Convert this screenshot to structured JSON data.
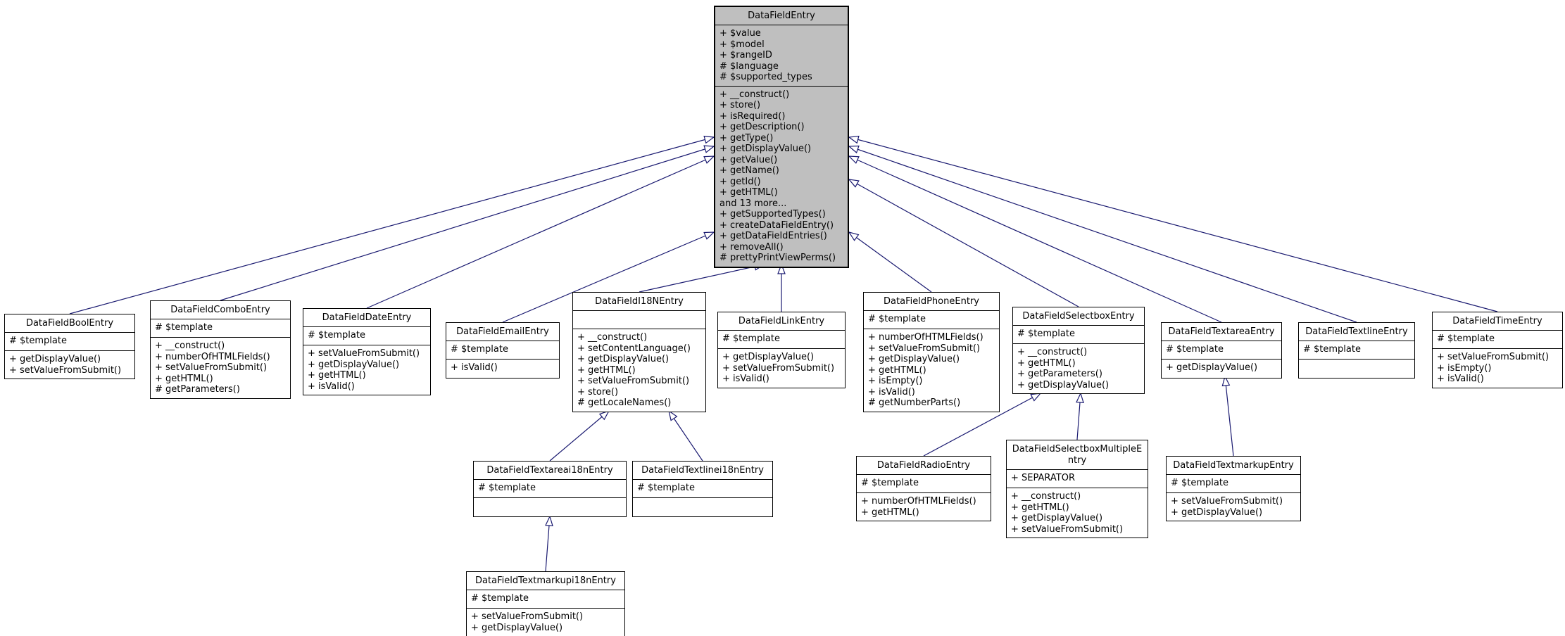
{
  "diagram": {
    "type": "uml-class-inheritance",
    "colors": {
      "root_fill": "#bfbfbf",
      "node_fill": "#ffffff",
      "border": "#000000",
      "edge": "#191970"
    }
  },
  "classes": {
    "entry": {
      "name": "DataFieldEntry",
      "attributes": [
        "+ $value",
        "+ $model",
        "+ $rangeID",
        "# $language",
        "# $supported_types"
      ],
      "methods": [
        "+ __construct()",
        "+ store()",
        "+ isRequired()",
        "+ getDescription()",
        "+ getType()",
        "+ getDisplayValue()",
        "+ getValue()",
        "+ getName()",
        "+ getId()",
        "+ getHTML()",
        "and 13 more...",
        "+ getSupportedTypes()",
        "+ createDataFieldEntry()",
        "+ getDataFieldEntries()",
        "+ removeAll()",
        "# prettyPrintViewPerms()"
      ]
    },
    "bool": {
      "name": "DataFieldBoolEntry",
      "attributes": [
        "# $template"
      ],
      "methods": [
        "+ getDisplayValue()",
        "+ setValueFromSubmit()"
      ]
    },
    "combo": {
      "name": "DataFieldComboEntry",
      "attributes": [
        "# $template"
      ],
      "methods": [
        "+ __construct()",
        "+ numberOfHTMLFields()",
        "+ setValueFromSubmit()",
        "+ getHTML()",
        "# getParameters()"
      ]
    },
    "date": {
      "name": "DataFieldDateEntry",
      "attributes": [
        "# $template"
      ],
      "methods": [
        "+ setValueFromSubmit()",
        "+ getDisplayValue()",
        "+ getHTML()",
        "+ isValid()"
      ]
    },
    "email": {
      "name": "DataFieldEmailEntry",
      "attributes": [
        "# $template"
      ],
      "methods": [
        "+ isValid()"
      ]
    },
    "i18n": {
      "name": "DataFieldI18NEntry",
      "attributes": [],
      "methods": [
        "+ __construct()",
        "+ setContentLanguage()",
        "+ getDisplayValue()",
        "+ getHTML()",
        "+ setValueFromSubmit()",
        "+ store()",
        "# getLocaleNames()"
      ]
    },
    "link": {
      "name": "DataFieldLinkEntry",
      "attributes": [
        "# $template"
      ],
      "methods": [
        "+ getDisplayValue()",
        "+ setValueFromSubmit()",
        "+ isValid()"
      ]
    },
    "phone": {
      "name": "DataFieldPhoneEntry",
      "attributes": [
        "# $template"
      ],
      "methods": [
        "+ numberOfHTMLFields()",
        "+ setValueFromSubmit()",
        "+ getDisplayValue()",
        "+ getHTML()",
        "+ isEmpty()",
        "+ isValid()",
        "# getNumberParts()"
      ]
    },
    "selectbox": {
      "name": "DataFieldSelectboxEntry",
      "attributes": [
        "# $template"
      ],
      "methods": [
        "+ __construct()",
        "+ getHTML()",
        "+ getParameters()",
        "+ getDisplayValue()"
      ]
    },
    "textarea": {
      "name": "DataFieldTextareaEntry",
      "attributes": [
        "# $template"
      ],
      "methods": [
        "+ getDisplayValue()"
      ]
    },
    "textline": {
      "name": "DataFieldTextlineEntry",
      "attributes": [
        "# $template"
      ],
      "methods": []
    },
    "time": {
      "name": "DataFieldTimeEntry",
      "attributes": [
        "# $template"
      ],
      "methods": [
        "+ setValueFromSubmit()",
        "+ isEmpty()",
        "+ isValid()"
      ]
    },
    "textareai18n": {
      "name": "DataFieldTextareai18nEntry",
      "attributes": [
        "# $template"
      ],
      "methods": []
    },
    "textlinei18n": {
      "name": "DataFieldTextlinei18nEntry",
      "attributes": [
        "# $template"
      ],
      "methods": []
    },
    "radio": {
      "name": "DataFieldRadioEntry",
      "attributes": [
        "# $template"
      ],
      "methods": [
        "+ numberOfHTMLFields()",
        "+ getHTML()"
      ]
    },
    "selectboxmultiple": {
      "name": "DataFieldSelectboxMultipleEntry",
      "attributes": [
        "+ SEPARATOR"
      ],
      "methods": [
        "+ __construct()",
        "+ getHTML()",
        "+ getDisplayValue()",
        "+ setValueFromSubmit()"
      ]
    },
    "textmarkup": {
      "name": "DataFieldTextmarkupEntry",
      "attributes": [
        "# $template"
      ],
      "methods": [
        "+ setValueFromSubmit()",
        "+ getDisplayValue()"
      ]
    },
    "textmarkupi18n": {
      "name": "DataFieldTextmarkupi18nEntry",
      "attributes": [
        "# $template"
      ],
      "methods": [
        "+ setValueFromSubmit()",
        "+ getDisplayValue()"
      ]
    }
  },
  "relationships": [
    {
      "child": "DataFieldBoolEntry",
      "parent": "DataFieldEntry"
    },
    {
      "child": "DataFieldComboEntry",
      "parent": "DataFieldEntry"
    },
    {
      "child": "DataFieldDateEntry",
      "parent": "DataFieldEntry"
    },
    {
      "child": "DataFieldEmailEntry",
      "parent": "DataFieldEntry"
    },
    {
      "child": "DataFieldI18NEntry",
      "parent": "DataFieldEntry"
    },
    {
      "child": "DataFieldLinkEntry",
      "parent": "DataFieldEntry"
    },
    {
      "child": "DataFieldPhoneEntry",
      "parent": "DataFieldEntry"
    },
    {
      "child": "DataFieldSelectboxEntry",
      "parent": "DataFieldEntry"
    },
    {
      "child": "DataFieldTextareaEntry",
      "parent": "DataFieldEntry"
    },
    {
      "child": "DataFieldTextlineEntry",
      "parent": "DataFieldEntry"
    },
    {
      "child": "DataFieldTimeEntry",
      "parent": "DataFieldEntry"
    },
    {
      "child": "DataFieldTextareai18nEntry",
      "parent": "DataFieldI18NEntry"
    },
    {
      "child": "DataFieldTextlinei18nEntry",
      "parent": "DataFieldI18NEntry"
    },
    {
      "child": "DataFieldRadioEntry",
      "parent": "DataFieldSelectboxEntry"
    },
    {
      "child": "DataFieldSelectboxMultipleEntry",
      "parent": "DataFieldSelectboxEntry"
    },
    {
      "child": "DataFieldTextmarkupEntry",
      "parent": "DataFieldTextareaEntry"
    },
    {
      "child": "DataFieldTextmarkupi18nEntry",
      "parent": "DataFieldTextareai18nEntry"
    }
  ]
}
